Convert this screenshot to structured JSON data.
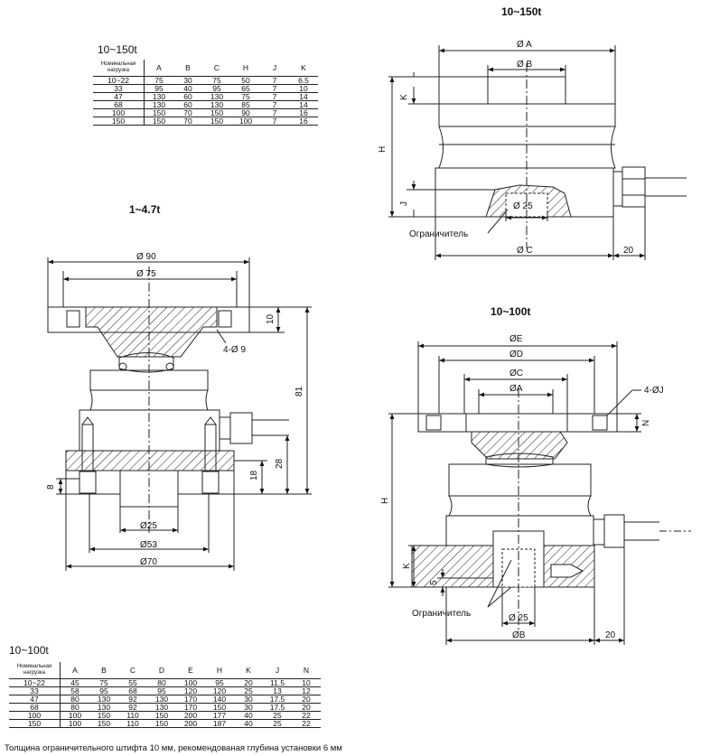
{
  "titles": {
    "top_right": "10~150t",
    "mid_left": "1~4.7t",
    "mid_right": "10~100t"
  },
  "table_150": {
    "title": "10~150t",
    "headers": [
      "Номинальная нагрузка",
      "A",
      "B",
      "C",
      "H",
      "J",
      "K"
    ],
    "rows": [
      [
        "10~22",
        "75",
        "30",
        "75",
        "50",
        "7",
        "6.5"
      ],
      [
        "33",
        "95",
        "40",
        "95",
        "65",
        "7",
        "10"
      ],
      [
        "47",
        "130",
        "60",
        "130",
        "75",
        "7",
        "14"
      ],
      [
        "68",
        "130",
        "60",
        "130",
        "85",
        "7",
        "14"
      ],
      [
        "100",
        "150",
        "70",
        "150",
        "90",
        "7",
        "16"
      ],
      [
        "150",
        "150",
        "70",
        "150",
        "100",
        "7",
        "16"
      ]
    ]
  },
  "table_100": {
    "title": "10~100t",
    "headers": [
      "Номинальная нагрузка",
      "A",
      "B",
      "C",
      "D",
      "E",
      "H",
      "K",
      "J",
      "N"
    ],
    "rows": [
      [
        "10~22",
        "45",
        "75",
        "55",
        "80",
        "100",
        "95",
        "20",
        "11.5",
        "10"
      ],
      [
        "33",
        "58",
        "95",
        "68",
        "95",
        "120",
        "120",
        "25",
        "13",
        "12"
      ],
      [
        "47",
        "80",
        "130",
        "92",
        "130",
        "170",
        "140",
        "30",
        "17.5",
        "20"
      ],
      [
        "68",
        "80",
        "130",
        "92",
        "130",
        "170",
        "150",
        "30",
        "17.5",
        "20"
      ],
      [
        "100",
        "100",
        "150",
        "110",
        "150",
        "200",
        "177",
        "40",
        "25",
        "22"
      ],
      [
        "150",
        "100",
        "150",
        "110",
        "150",
        "200",
        "187",
        "40",
        "25",
        "22"
      ]
    ]
  },
  "drawing_150": {
    "dimA": "Ø A",
    "dimB": "Ø B",
    "dimC": "Ø C",
    "dim25": "Ø 25",
    "labelH": "H",
    "labelK": "K",
    "labelJ": "J",
    "dim20": "20",
    "limiter": "Ограничитель"
  },
  "drawing_47": {
    "d90": "Ø 90",
    "d75": "Ø 75",
    "d25": "Ø25",
    "d53": "Ø53",
    "d70": "Ø70",
    "dim10": "10",
    "holes": "4-Ø 9",
    "dim81": "81",
    "dim28": "28",
    "dim18": "18",
    "dim8": "8"
  },
  "drawing_100": {
    "dimE": "ØE",
    "dimD": "ØD",
    "dimC": "ØC",
    "dimA": "ØA",
    "dimB": "ØB",
    "dim25": "Ø 25",
    "holes": "4-ØJ",
    "labelN": "N",
    "labelH": "H",
    "labelK": "K",
    "dim5": "5",
    "dim20": "20",
    "limiter": "Ограничитель"
  },
  "footnote": "Толщина ограничительного штифта 10 мм, рекомендованая глубина установки 6 мм"
}
